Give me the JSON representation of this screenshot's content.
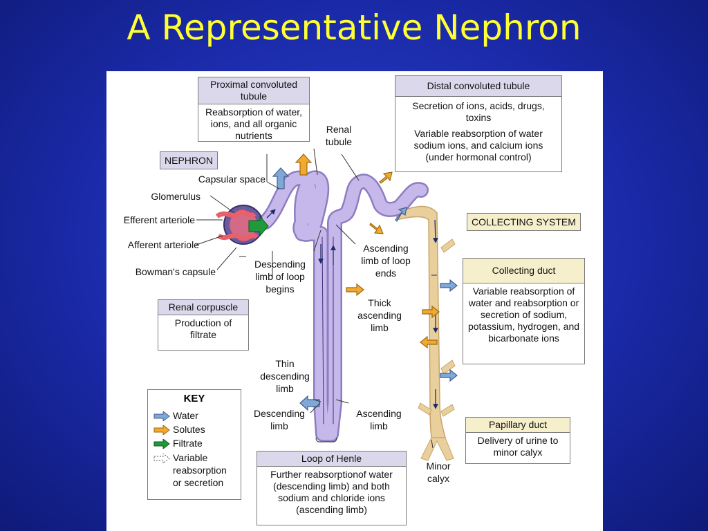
{
  "title": "A Representative Nephron",
  "boxes": {
    "pct": {
      "title": "Proximal convoluted tubule",
      "body": "Reabsorption of water, ions, and all organic nutrients"
    },
    "dct": {
      "title": "Distal convoluted tubule",
      "body1": "Secretion of ions, acids, drugs, toxins",
      "body2": "Variable reabsorption of water sodium ions, and calcium ions (under hormonal control)"
    },
    "renal_corpuscle": {
      "title": "Renal corpuscle",
      "body": "Production of filtrate"
    },
    "collecting_duct": {
      "title": "Collecting duct",
      "body": "Variable reabsorption of water and reabsorption or secretion of sodium, potassium, hydrogen, and bicarbonate ions"
    },
    "papillary_duct": {
      "title": "Papillary duct",
      "body": "Delivery of urine to minor calyx"
    },
    "loop_of_henle": {
      "title": "Loop of Henle",
      "body": "Further reabsorptionof water (descending limb) and both sodium and chloride ions (ascending limb)"
    }
  },
  "tags": {
    "nephron": "NEPHRON",
    "collecting_system": "COLLECTING SYSTEM"
  },
  "labels": {
    "renal_tubule": "Renal tubule",
    "capsular_space": "Capsular space",
    "glomerulus": "Glomerulus",
    "efferent": "Efferent arteriole",
    "afferent": "Afferent arteriole",
    "bowmans": "Bowman's capsule",
    "desc_begins": "Descending limb of loop begins",
    "asc_ends": "Ascending limb of loop ends",
    "thick_asc": "Thick ascending limb",
    "thin_desc": "Thin descending limb",
    "desc_limb": "Descending limb",
    "asc_limb": "Ascending limb",
    "minor_calyx": "Minor calyx"
  },
  "key": {
    "title": "KEY",
    "items": [
      {
        "label": "Water",
        "color": "#7fa8d8",
        "icon": "arrow-icon"
      },
      {
        "label": "Solutes",
        "color": "#f2a92c",
        "icon": "arrow-icon"
      },
      {
        "label": "Filtrate",
        "color": "#1e9a3a",
        "icon": "arrow-icon"
      },
      {
        "label": "Variable reabsorption or secretion",
        "color": "#ffffff",
        "icon": "dashed-arrow-icon"
      }
    ]
  },
  "colors": {
    "background": "#1a2aa8",
    "title": "#ffff33",
    "tubule": "#b7a9dc",
    "collecting_duct": "#e9cf9c",
    "vessels": "#e8606a"
  }
}
